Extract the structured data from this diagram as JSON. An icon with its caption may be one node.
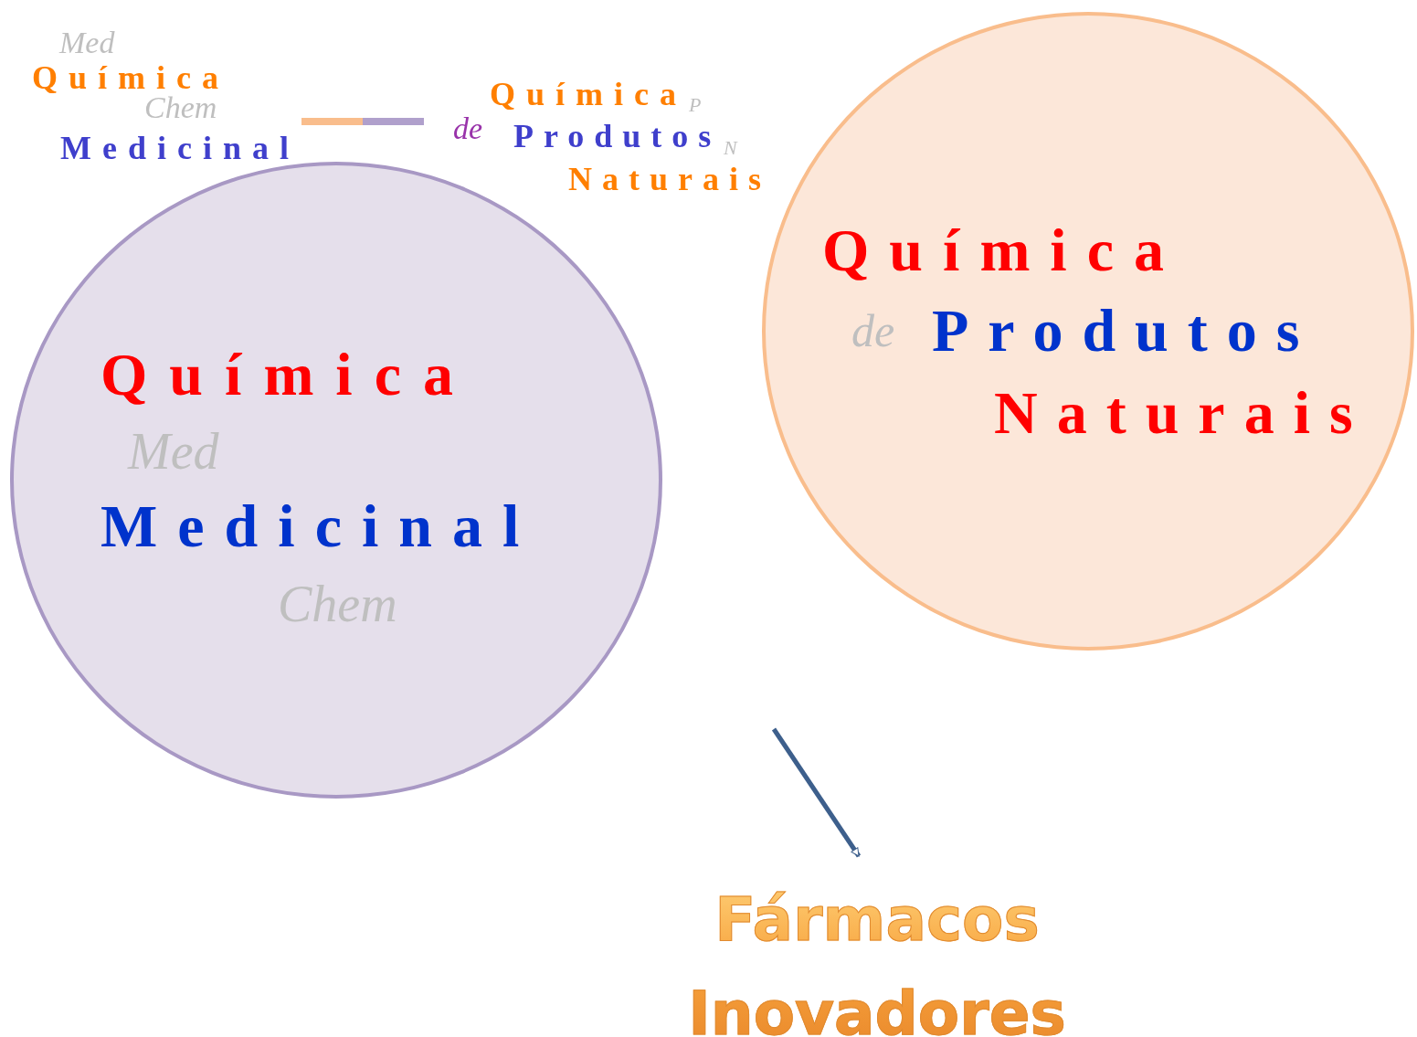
{
  "diagram": {
    "nodes": [
      {
        "text": [
          "Química",
          "Med",
          "Medicinal",
          "Chem"
        ]
      },
      {
        "text": [
          "Química",
          "de",
          "Produtos",
          "Naturais"
        ]
      },
      {
        "text": [
          "Fármacos Inovadores"
        ]
      }
    ],
    "edges": [
      {
        "from": null,
        "to": 2,
        "arrow": "to"
      }
    ],
    "labels": [
      "Med",
      "Química",
      "Chem",
      "Medicinal",
      "Química",
      "P",
      "de",
      "Produtos",
      "N",
      "Naturais"
    ]
  }
}
